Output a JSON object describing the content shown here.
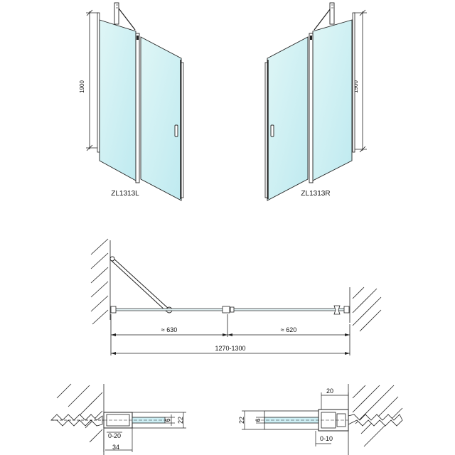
{
  "elevation_left": {
    "model": "ZL1313L",
    "height": "1900"
  },
  "elevation_right": {
    "model": "ZL1313R",
    "height": "1900"
  },
  "plan": {
    "door_width": "≈ 630",
    "fixed_width": "≈ 620",
    "total_width": "1270-1300"
  },
  "detail_left": {
    "profile_height": "22",
    "glass": "6",
    "adjust": "0-20",
    "depth": "34"
  },
  "detail_right": {
    "top": "20",
    "profile_height": "22",
    "glass": "6",
    "adjust": "0-10"
  }
}
